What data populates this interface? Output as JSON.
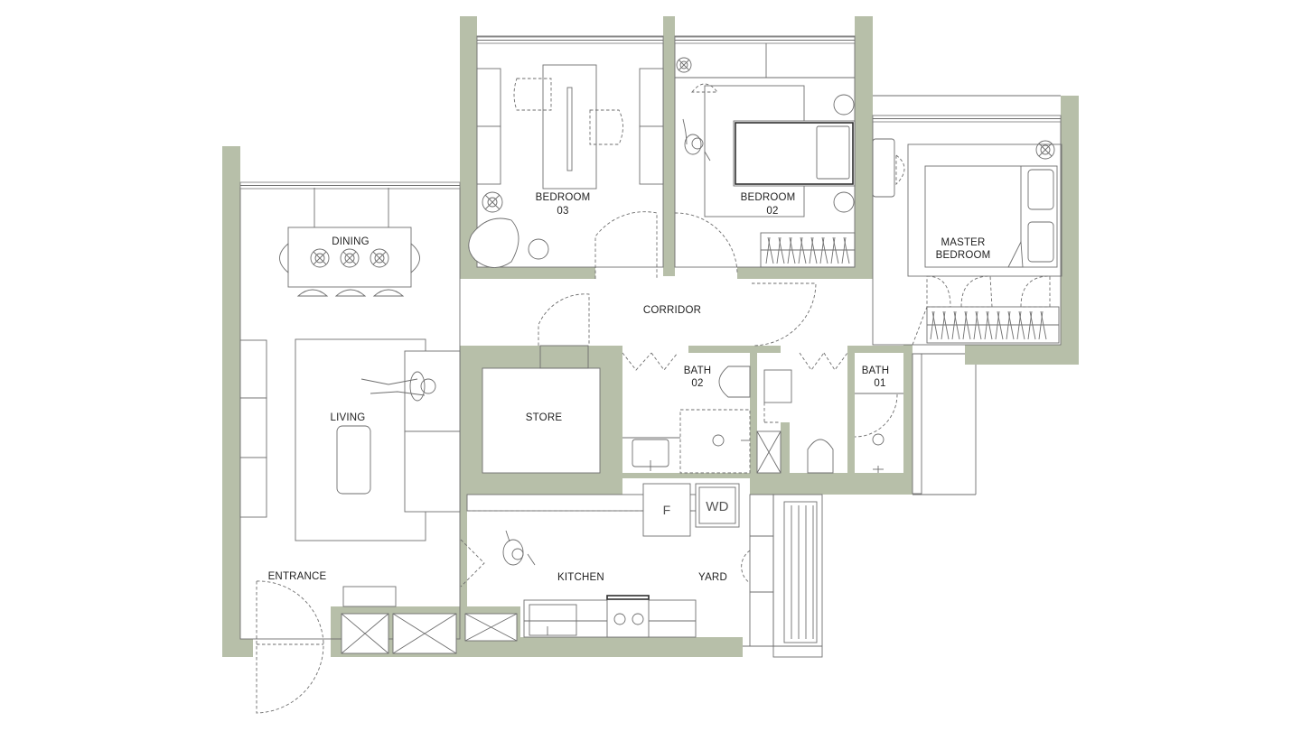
{
  "floorplan": {
    "rooms": {
      "bedroom_03": {
        "line1": "BEDROOM",
        "line2": "03"
      },
      "bedroom_02": {
        "line1": "BEDROOM",
        "line2": "02"
      },
      "master_bedroom": {
        "line1": "MASTER",
        "line2": "BEDROOM"
      },
      "dining": "DINING",
      "corridor": "CORRIDOR",
      "living": "LIVING",
      "store": "STORE",
      "bath_02": {
        "line1": "BATH",
        "line2": "02"
      },
      "bath_01": {
        "line1": "BATH",
        "line2": "01"
      },
      "entrance": "ENTRANCE",
      "kitchen": "KITCHEN",
      "yard": "YARD"
    },
    "appliances": {
      "fridge": "F",
      "washer_dryer": "WD"
    },
    "colors": {
      "wall": "#b7bfa9",
      "line": "#6e6e6e",
      "background": "#ffffff"
    }
  }
}
